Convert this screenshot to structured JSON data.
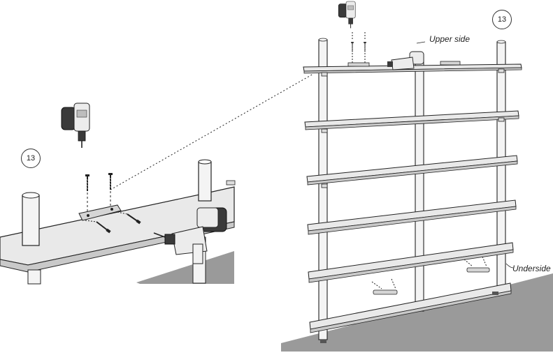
{
  "step_number": "13",
  "labels": {
    "upper_side": "Upper side",
    "underside": "Underside"
  },
  "icons": [
    "power-drill-icon",
    "screw-icon",
    "bracket-icon",
    "shelf-post-icon"
  ],
  "colors": {
    "line": "#222222",
    "floor": "#9a9a9a",
    "shelf_top": "#e8e8e8",
    "shelf_edge": "#c9c9c9",
    "post": "#f4f4f4",
    "drill_dark": "#3a3a3a"
  }
}
